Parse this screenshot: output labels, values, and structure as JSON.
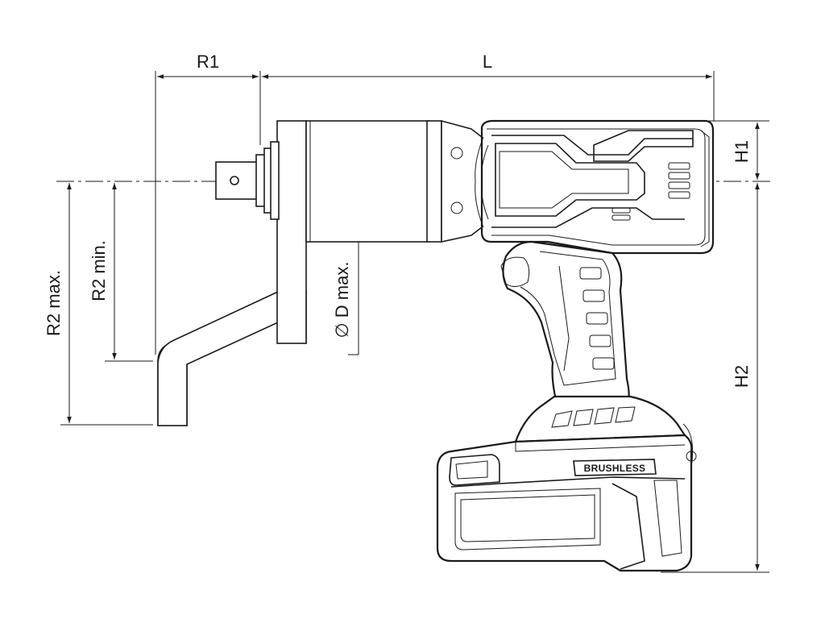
{
  "dimensions": {
    "r1": "R1",
    "l": "L",
    "h1": "H1",
    "h2": "H2",
    "r2_max": "R2 max.",
    "r2_min": "R2 min.",
    "d_max": "∅ D max."
  },
  "tool": {
    "badge": "BRUSHLESS"
  },
  "colors": {
    "line": "#1a1a1a",
    "background": "#ffffff"
  }
}
